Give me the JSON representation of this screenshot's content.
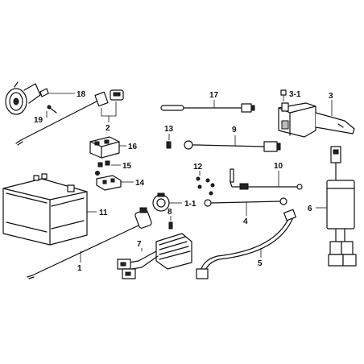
{
  "labels": {
    "l18": "18",
    "l19": "19",
    "l2": "2",
    "l17": "17",
    "l3_1": "3-1",
    "l3": "3",
    "l13": "13",
    "l9": "9",
    "l16": "16",
    "l15": "15",
    "l14": "14",
    "l12": "12",
    "l10": "10",
    "l11": "11",
    "l1_1": "1-1",
    "l8": "8",
    "l4": "4",
    "l6": "6",
    "l7": "7",
    "l1": "1",
    "l5": "5"
  }
}
